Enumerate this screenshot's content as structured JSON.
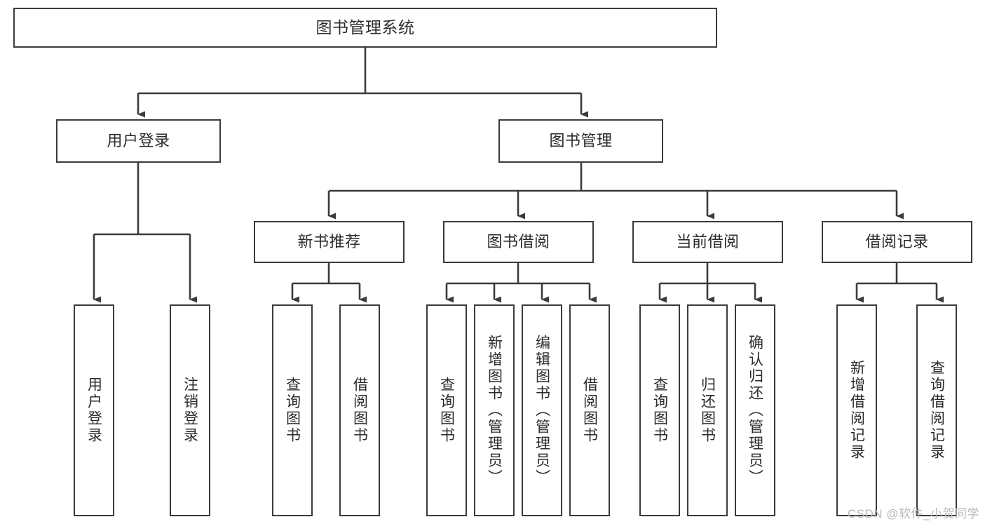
{
  "diagram": {
    "title": "图书管理系统",
    "watermark": "CSDN @软件_小贺同学",
    "accent_color": "#3b3b3b",
    "text_color": "#2b2b2b",
    "background": "#ffffff",
    "nodes": {
      "root": {
        "label": "图书管理系统"
      },
      "level2": {
        "user_login": {
          "label": "用户登录"
        },
        "book_manage": {
          "label": "图书管理"
        }
      },
      "level3": {
        "new_book_rec": {
          "label": "新书推荐"
        },
        "book_borrow": {
          "label": "图书借阅"
        },
        "current_borrow": {
          "label": "当前借阅"
        },
        "borrow_record": {
          "label": "借阅记录"
        }
      },
      "leaves": {
        "user_login_1": {
          "label": "用户登录"
        },
        "user_login_2": {
          "label": "注销登录"
        },
        "new_book_1": {
          "label": "查询图书"
        },
        "new_book_2": {
          "label": "借阅图书"
        },
        "borrow_1": {
          "label": "查询图书"
        },
        "borrow_2": {
          "label": "新增图书（管理员）"
        },
        "borrow_3": {
          "label": "编辑图书（管理员）"
        },
        "borrow_4": {
          "label": "借阅图书"
        },
        "current_1": {
          "label": "查询图书"
        },
        "current_2": {
          "label": "归还图书"
        },
        "current_3": {
          "label": "确认归还（管理员）"
        },
        "record_1": {
          "label": "新增借阅记录"
        },
        "record_2": {
          "label": "查询借阅记录"
        }
      }
    }
  }
}
